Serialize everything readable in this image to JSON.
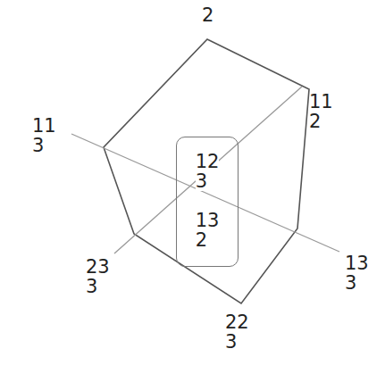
{
  "diagram": {
    "nodes": [
      {
        "text": [
          "12 3",
          "13 2"
        ]
      }
    ],
    "labels": [
      "2",
      "11 2",
      "11 3",
      "13 3",
      "23 3",
      "22 3"
    ]
  }
}
